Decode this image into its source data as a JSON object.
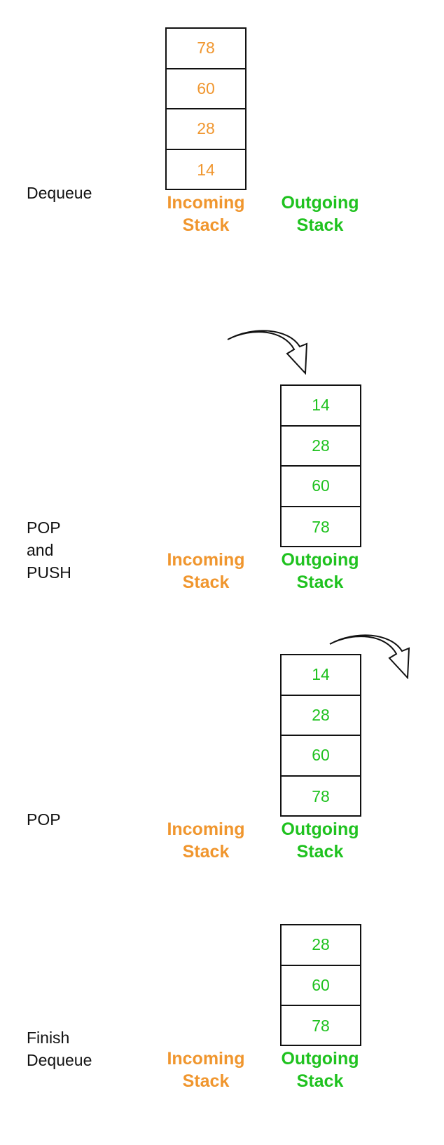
{
  "labels": {
    "incoming_line1": "Incoming",
    "incoming_line2": "Stack",
    "outgoing_line1": "Outgoing",
    "outgoing_line2": "Stack"
  },
  "colors": {
    "incoming": "#f0962e",
    "outgoing": "#1fc21f",
    "outline": "#111111"
  },
  "steps": [
    {
      "label": "Dequeue",
      "incoming": [
        "78",
        "60",
        "28",
        "14"
      ],
      "outgoing": []
    },
    {
      "label_lines": [
        "POP",
        "and",
        "PUSH"
      ],
      "incoming": [],
      "outgoing": [
        "14",
        "28",
        "60",
        "78"
      ],
      "arrow": "curved-arrow-icon"
    },
    {
      "label": "POP",
      "incoming": [],
      "outgoing": [
        "14",
        "28",
        "60",
        "78"
      ],
      "arrow": "curved-arrow-icon"
    },
    {
      "label_lines": [
        "Finish",
        "Dequeue"
      ],
      "incoming": [],
      "outgoing": [
        "28",
        "60",
        "78"
      ]
    }
  ]
}
